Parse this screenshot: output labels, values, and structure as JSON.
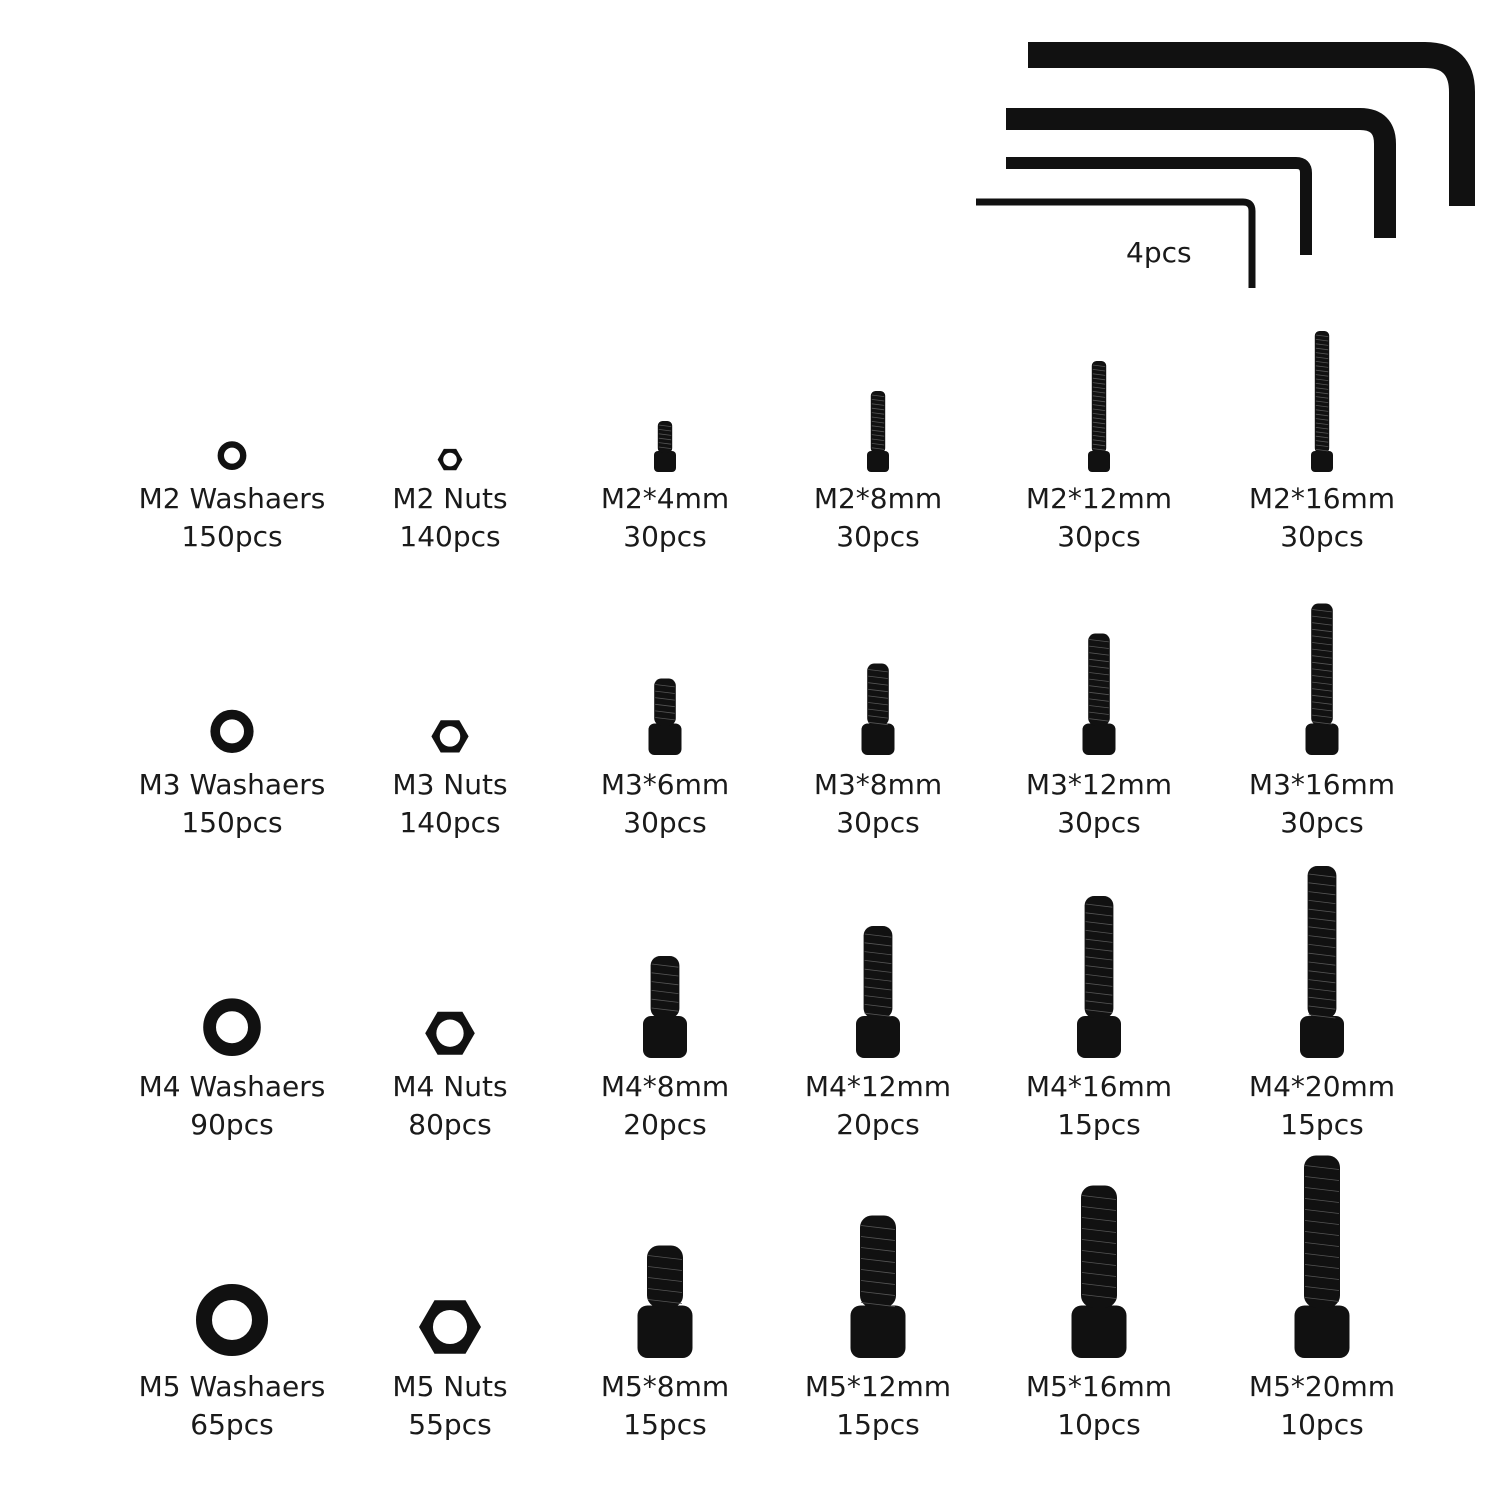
{
  "colors": {
    "part": "#111111",
    "text": "#1a1a1a",
    "background": "#ffffff"
  },
  "hex_keys": {
    "quantity": "4pcs",
    "count": 4
  },
  "rows": [
    {
      "size": "M2",
      "items": [
        {
          "type": "washer",
          "name": "M2 Washaers",
          "qty": "150pcs",
          "d": 2
        },
        {
          "type": "nut",
          "name": "M2 Nuts",
          "qty": "140pcs",
          "d": 2
        },
        {
          "type": "screw",
          "name": "M2*4mm",
          "qty": "30pcs",
          "d": 2,
          "len": 4
        },
        {
          "type": "screw",
          "name": "M2*8mm",
          "qty": "30pcs",
          "d": 2,
          "len": 8
        },
        {
          "type": "screw",
          "name": "M2*12mm",
          "qty": "30pcs",
          "d": 2,
          "len": 12
        },
        {
          "type": "screw",
          "name": "M2*16mm",
          "qty": "30pcs",
          "d": 2,
          "len": 16
        }
      ]
    },
    {
      "size": "M3",
      "items": [
        {
          "type": "washer",
          "name": "M3 Washaers",
          "qty": "150pcs",
          "d": 3
        },
        {
          "type": "nut",
          "name": "M3 Nuts",
          "qty": "140pcs",
          "d": 3
        },
        {
          "type": "screw",
          "name": "M3*6mm",
          "qty": "30pcs",
          "d": 3,
          "len": 6
        },
        {
          "type": "screw",
          "name": "M3*8mm",
          "qty": "30pcs",
          "d": 3,
          "len": 8
        },
        {
          "type": "screw",
          "name": "M3*12mm",
          "qty": "30pcs",
          "d": 3,
          "len": 12
        },
        {
          "type": "screw",
          "name": "M3*16mm",
          "qty": "30pcs",
          "d": 3,
          "len": 16
        }
      ]
    },
    {
      "size": "M4",
      "items": [
        {
          "type": "washer",
          "name": "M4 Washaers",
          "qty": "90pcs",
          "d": 4
        },
        {
          "type": "nut",
          "name": "M4 Nuts",
          "qty": "80pcs",
          "d": 4
        },
        {
          "type": "screw",
          "name": "M4*8mm",
          "qty": "20pcs",
          "d": 4,
          "len": 8
        },
        {
          "type": "screw",
          "name": "M4*12mm",
          "qty": "20pcs",
          "d": 4,
          "len": 12
        },
        {
          "type": "screw",
          "name": "M4*16mm",
          "qty": "15pcs",
          "d": 4,
          "len": 16
        },
        {
          "type": "screw",
          "name": "M4*20mm",
          "qty": "15pcs",
          "d": 4,
          "len": 20
        }
      ]
    },
    {
      "size": "M5",
      "items": [
        {
          "type": "washer",
          "name": "M5 Washaers",
          "qty": "65pcs",
          "d": 5
        },
        {
          "type": "nut",
          "name": "M5 Nuts",
          "qty": "55pcs",
          "d": 5
        },
        {
          "type": "screw",
          "name": "M5*8mm",
          "qty": "15pcs",
          "d": 5,
          "len": 8
        },
        {
          "type": "screw",
          "name": "M5*12mm",
          "qty": "15pcs",
          "d": 5,
          "len": 12
        },
        {
          "type": "screw",
          "name": "M5*16mm",
          "qty": "10pcs",
          "d": 5,
          "len": 16
        },
        {
          "type": "screw",
          "name": "M5*20mm",
          "qty": "10pcs",
          "d": 5,
          "len": 20
        }
      ]
    }
  ]
}
